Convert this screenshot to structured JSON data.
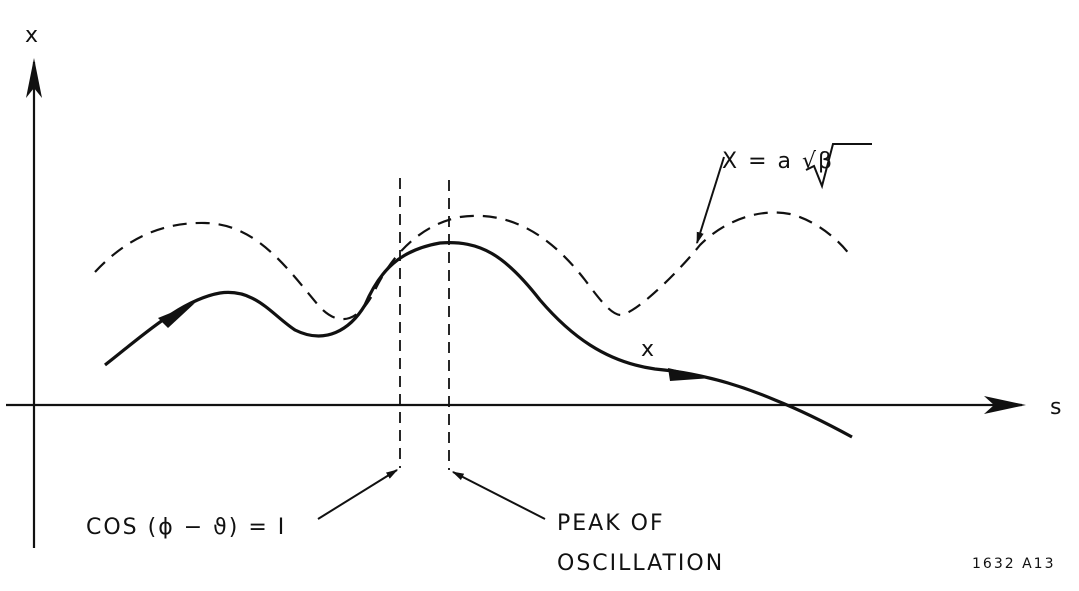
{
  "figure": {
    "y_axis_label": "x",
    "x_axis_label": "s",
    "envelope_label": "X = a √β",
    "trajectory_label": "x",
    "condition_label": "COS (ϕ − ϑ) = I",
    "peak_label_line1": "PEAK OF",
    "peak_label_line2": "OSCILLATION",
    "figure_id": "1632 A13",
    "ink_color": "#111111"
  }
}
